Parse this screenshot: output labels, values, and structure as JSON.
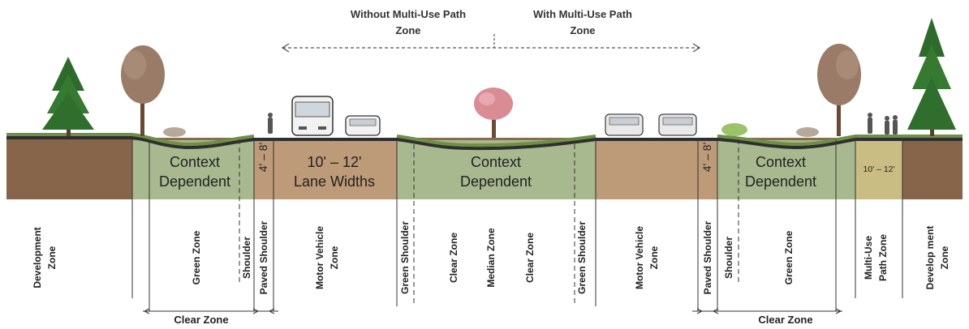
{
  "header": {
    "without_line1": "Without Multi-Use Path",
    "without_line2": "Zone",
    "with_line1": "With Multi-Use Path",
    "with_line2": "Zone"
  },
  "bands": {
    "left_context_line1": "Context",
    "left_context_line2": "Dependent",
    "left_paved": "4' – 8'",
    "lane_line1": "10' – 12'",
    "lane_line2": "Lane Widths",
    "median_line1": "Context",
    "median_line2": "Dependent",
    "right_paved": "4' – 8'",
    "right_context_line1": "Context",
    "right_context_line2": "Dependent",
    "mup_width": "10' – 12'"
  },
  "zones": {
    "dev_left_1": "Development",
    "dev_left_2": "Zone",
    "green_left": "Green Zone",
    "shoulder_left": "Shoulder",
    "paved_left": "Paved Shoulder",
    "motor_left_1": "Motor Vehicle",
    "motor_left_2": "Zone",
    "green_shoulder_left": "Green Shoulder",
    "clear_zone_1": "Clear Zone",
    "median_zone": "Median Zone",
    "clear_zone_2": "Clear Zone",
    "green_shoulder_right": "Green Shoulder",
    "motor_right_1": "Motor Vehicle",
    "motor_right_2": "Zone",
    "paved_right": "Paved Shoulder",
    "shoulder_right": "Shoulder",
    "green_right": "Green Zone",
    "mup_1": "Multi-Use",
    "mup_2": "Path Zone",
    "dev_right_1": "Develop ment",
    "dev_right_2": "Zone"
  },
  "clear_zone_left": "Clear Zone",
  "clear_zone_right": "Clear Zone",
  "colors": {
    "soil": "#8b6a4f",
    "green_band": "#a8b88f",
    "lane_band": "#bd9a78",
    "mup_band": "#c9bd83",
    "grass": "#6d9046"
  },
  "icons": [
    "conifer-tree-icon",
    "deciduous-tree-icon",
    "bus-icon",
    "car-icon",
    "flowering-tree-icon",
    "pedestrian-icon"
  ]
}
